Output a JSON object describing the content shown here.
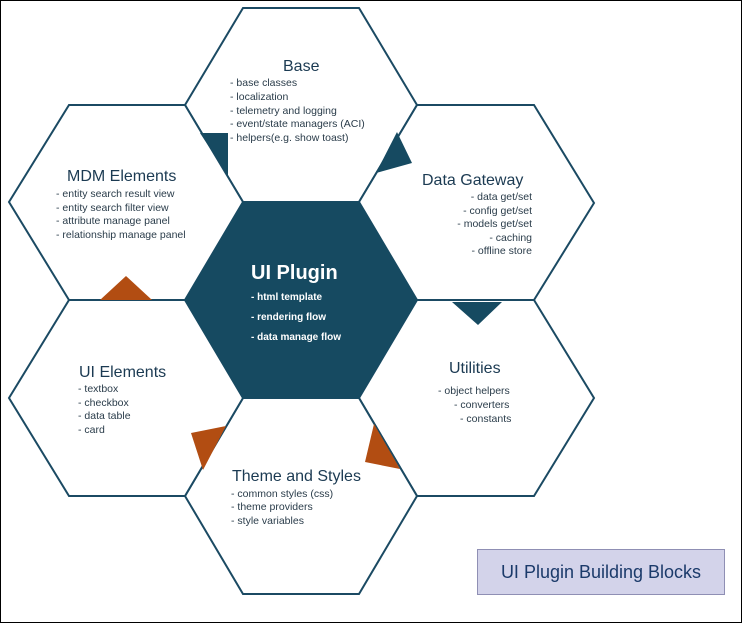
{
  "center": {
    "title": "UI Plugin",
    "items": [
      "- html template",
      "- rendering flow",
      "- data manage flow"
    ]
  },
  "hexes": {
    "base": {
      "title": "Base",
      "items": [
        "- base classes",
        "- localization",
        "- telemetry and logging",
        "- event/state managers (ACI)",
        "- helpers(e.g. show toast)"
      ]
    },
    "data_gateway": {
      "title": "Data Gateway",
      "items": [
        "- data get/set",
        "- config get/set",
        "- models get/set",
        "- caching",
        "- offline store"
      ]
    },
    "utilities": {
      "title": "Utilities",
      "items": [
        "- object helpers",
        "- converters",
        "- constants"
      ]
    },
    "theme": {
      "title": "Theme and Styles",
      "items": [
        "- common styles (css)",
        "- theme providers",
        "- style variables"
      ]
    },
    "ui_elements": {
      "title": "UI Elements",
      "items": [
        "- textbox",
        "- checkbox",
        "- data table",
        "- card"
      ]
    },
    "mdm": {
      "title": "MDM Elements",
      "items": [
        "- entity search result view",
        "- entity search filter view",
        "- attribute manage panel",
        "- relationship manage panel"
      ]
    }
  },
  "caption": "UI Plugin Building Blocks",
  "colors": {
    "hex_fill_center": "#164a61",
    "hex_outline": "#1b4a63",
    "connector_blue": "#164a61",
    "connector_orange": "#b24d12",
    "caption_bg": "#d3d3ea"
  }
}
